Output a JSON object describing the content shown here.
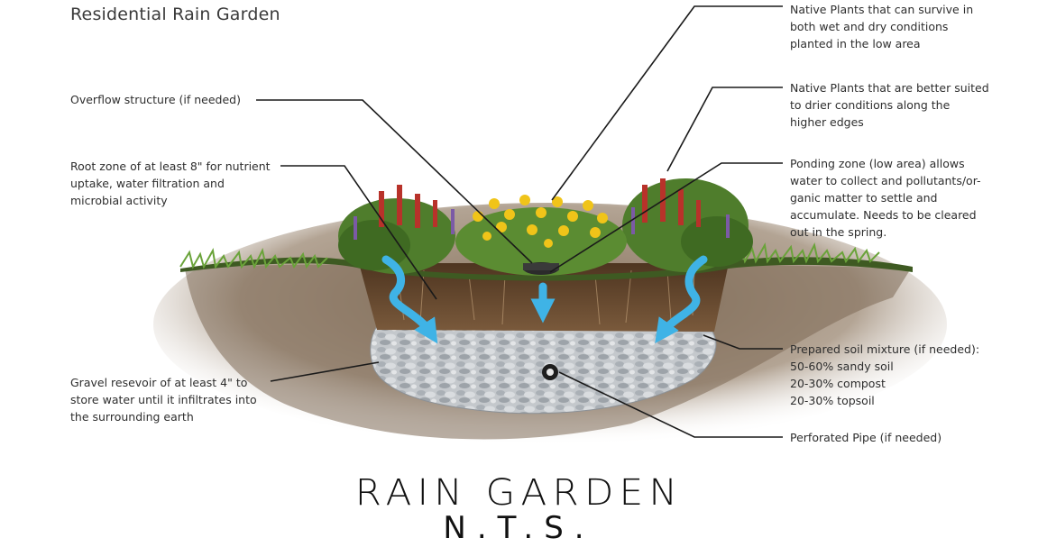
{
  "title": "Residential Rain Garden",
  "labels": {
    "overflow": "Overflow structure (if needed)",
    "root_zone": "Root zone of at least 8\" for nutrient\nuptake, water filtration and\nmicrobial activity",
    "gravel": "Gravel resevoir of at least 4\" to\nstore water until it infiltrates into\nthe surrounding earth",
    "native_wet": "Native Plants that can survive in\nboth wet and dry conditions\nplanted in the low area",
    "native_dry": "Native Plants that are better suited\nto drier conditions along the\nhigher edges",
    "ponding": "Ponding zone (low area) allows\nwater to collect and pollutants/or-\nganic matter to settle and\naccumulate. Needs to be cleared\nout in the spring.",
    "soil_mix": "Prepared soil mixture (if needed):\n50-60% sandy soil\n20-30% compost\n20-30% topsoil",
    "pipe": "Perforated Pipe (if needed)"
  },
  "footer": {
    "main": "RAIN GARDEN",
    "sub": "N.T.S."
  },
  "colors": {
    "water": "#3fb3e6",
    "soil": "#6b4a2c",
    "gravel": "#c9ccd0",
    "grass": "#6aa33a",
    "flowers_yellow": "#f0c419",
    "flowers_red": "#b8322a"
  }
}
